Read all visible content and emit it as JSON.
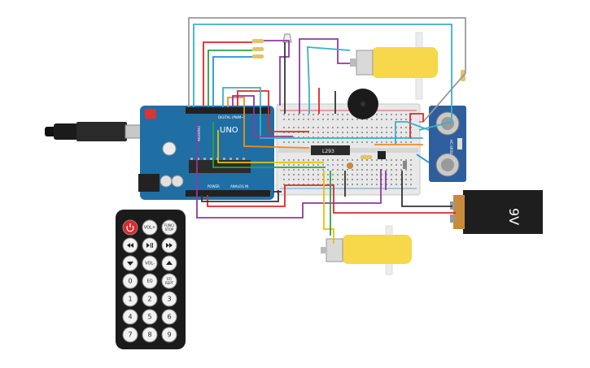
{
  "arduino": {
    "brand": "UNO",
    "sub_brand": "ARDUINO",
    "label_digital": "DIGITAL (PWM~)",
    "label_power": "POWER",
    "label_analog": "ANALOG IN",
    "board_color": "#1f6fa5"
  },
  "ic": {
    "label": "L293"
  },
  "battery": {
    "label": "9V"
  },
  "ultrasonic": {
    "label": "HC-SR04"
  },
  "remote": {
    "buttons": [
      {
        "label": "",
        "name": "power-button",
        "icon": "power-icon"
      },
      {
        "label": "VOL+",
        "name": "vol-up-button"
      },
      {
        "label": "FUNC/\nSTOP",
        "name": "func-stop-button"
      },
      {
        "label": "",
        "name": "prev-button",
        "icon": "rewind-icon"
      },
      {
        "label": "",
        "name": "play-pause-button",
        "icon": "play-pause-icon"
      },
      {
        "label": "",
        "name": "next-button",
        "icon": "fast-forward-icon"
      },
      {
        "label": "",
        "name": "down-button",
        "icon": "down-triangle-icon"
      },
      {
        "label": "VOL-",
        "name": "vol-down-button"
      },
      {
        "label": "",
        "name": "up-button",
        "icon": "up-triangle-icon"
      },
      {
        "label": "0",
        "name": "digit-0-button"
      },
      {
        "label": "EQ",
        "name": "eq-button"
      },
      {
        "label": "ST/\nREPT",
        "name": "st-rept-button"
      },
      {
        "label": "1",
        "name": "digit-1-button"
      },
      {
        "label": "2",
        "name": "digit-2-button"
      },
      {
        "label": "3",
        "name": "digit-3-button"
      },
      {
        "label": "4",
        "name": "digit-4-button"
      },
      {
        "label": "5",
        "name": "digit-5-button"
      },
      {
        "label": "6",
        "name": "digit-6-button"
      },
      {
        "label": "7",
        "name": "digit-7-button"
      },
      {
        "label": "8",
        "name": "digit-8-button"
      },
      {
        "label": "9",
        "name": "digit-9-button"
      }
    ]
  },
  "colors": {
    "wire_red": "#e0262a",
    "wire_green": "#2fa043",
    "wire_blue": "#2b8fd6",
    "wire_cyan": "#3ab0c8",
    "wire_purple": "#8a3c9c",
    "wire_orange": "#f08c1e",
    "wire_yellow": "#e6c200",
    "wire_black": "#333333",
    "wire_gray": "#9a9a9a",
    "motor_yellow": "#f7d84a"
  }
}
